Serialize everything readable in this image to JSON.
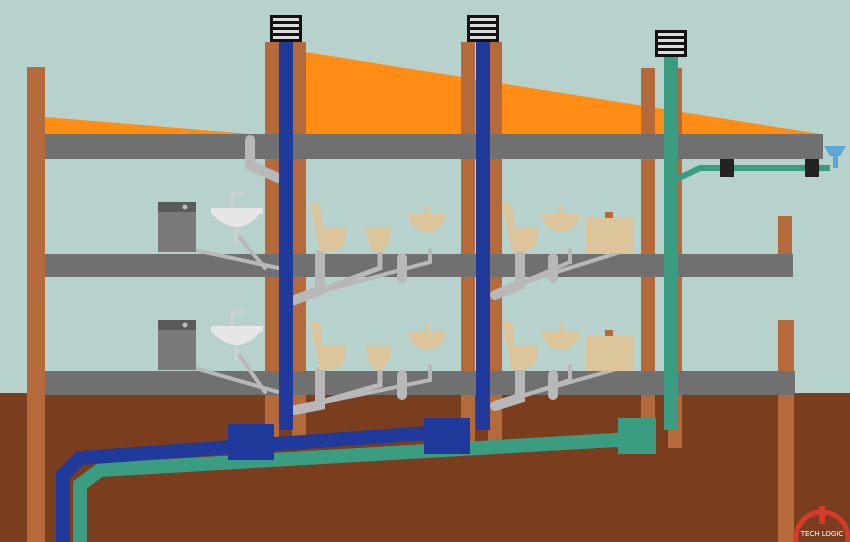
{
  "diagram": {
    "type": "building-plumbing-cross-section",
    "floors": 3,
    "components": {
      "vent_caps": 3,
      "vertical_stacks": [
        "soil-stack-left",
        "soil-stack-middle",
        "vent-stack-green"
      ],
      "fixtures_per_floor": [
        "washing-machine",
        "sink",
        "toilet",
        "bidet",
        "washbasin",
        "toilet",
        "washbasin",
        "cabinet"
      ],
      "sewer_lines": [
        "blue-main-drain",
        "green-vent-line"
      ],
      "roof_gutter": 1
    },
    "colors": {
      "sky": "#b7d2cc",
      "beam": "#707070",
      "wood": "#b46a3a",
      "roof": "#ff8c14",
      "soil": "#7a3d1e",
      "stack_blue": "#1f3a9a",
      "stack_green": "#3a9c80",
      "pipe_grey": "#b8b8b8",
      "fixture": "#dcc59a",
      "appliance": "#7a7a7a"
    },
    "logo_text": "TECH LOGIC"
  }
}
